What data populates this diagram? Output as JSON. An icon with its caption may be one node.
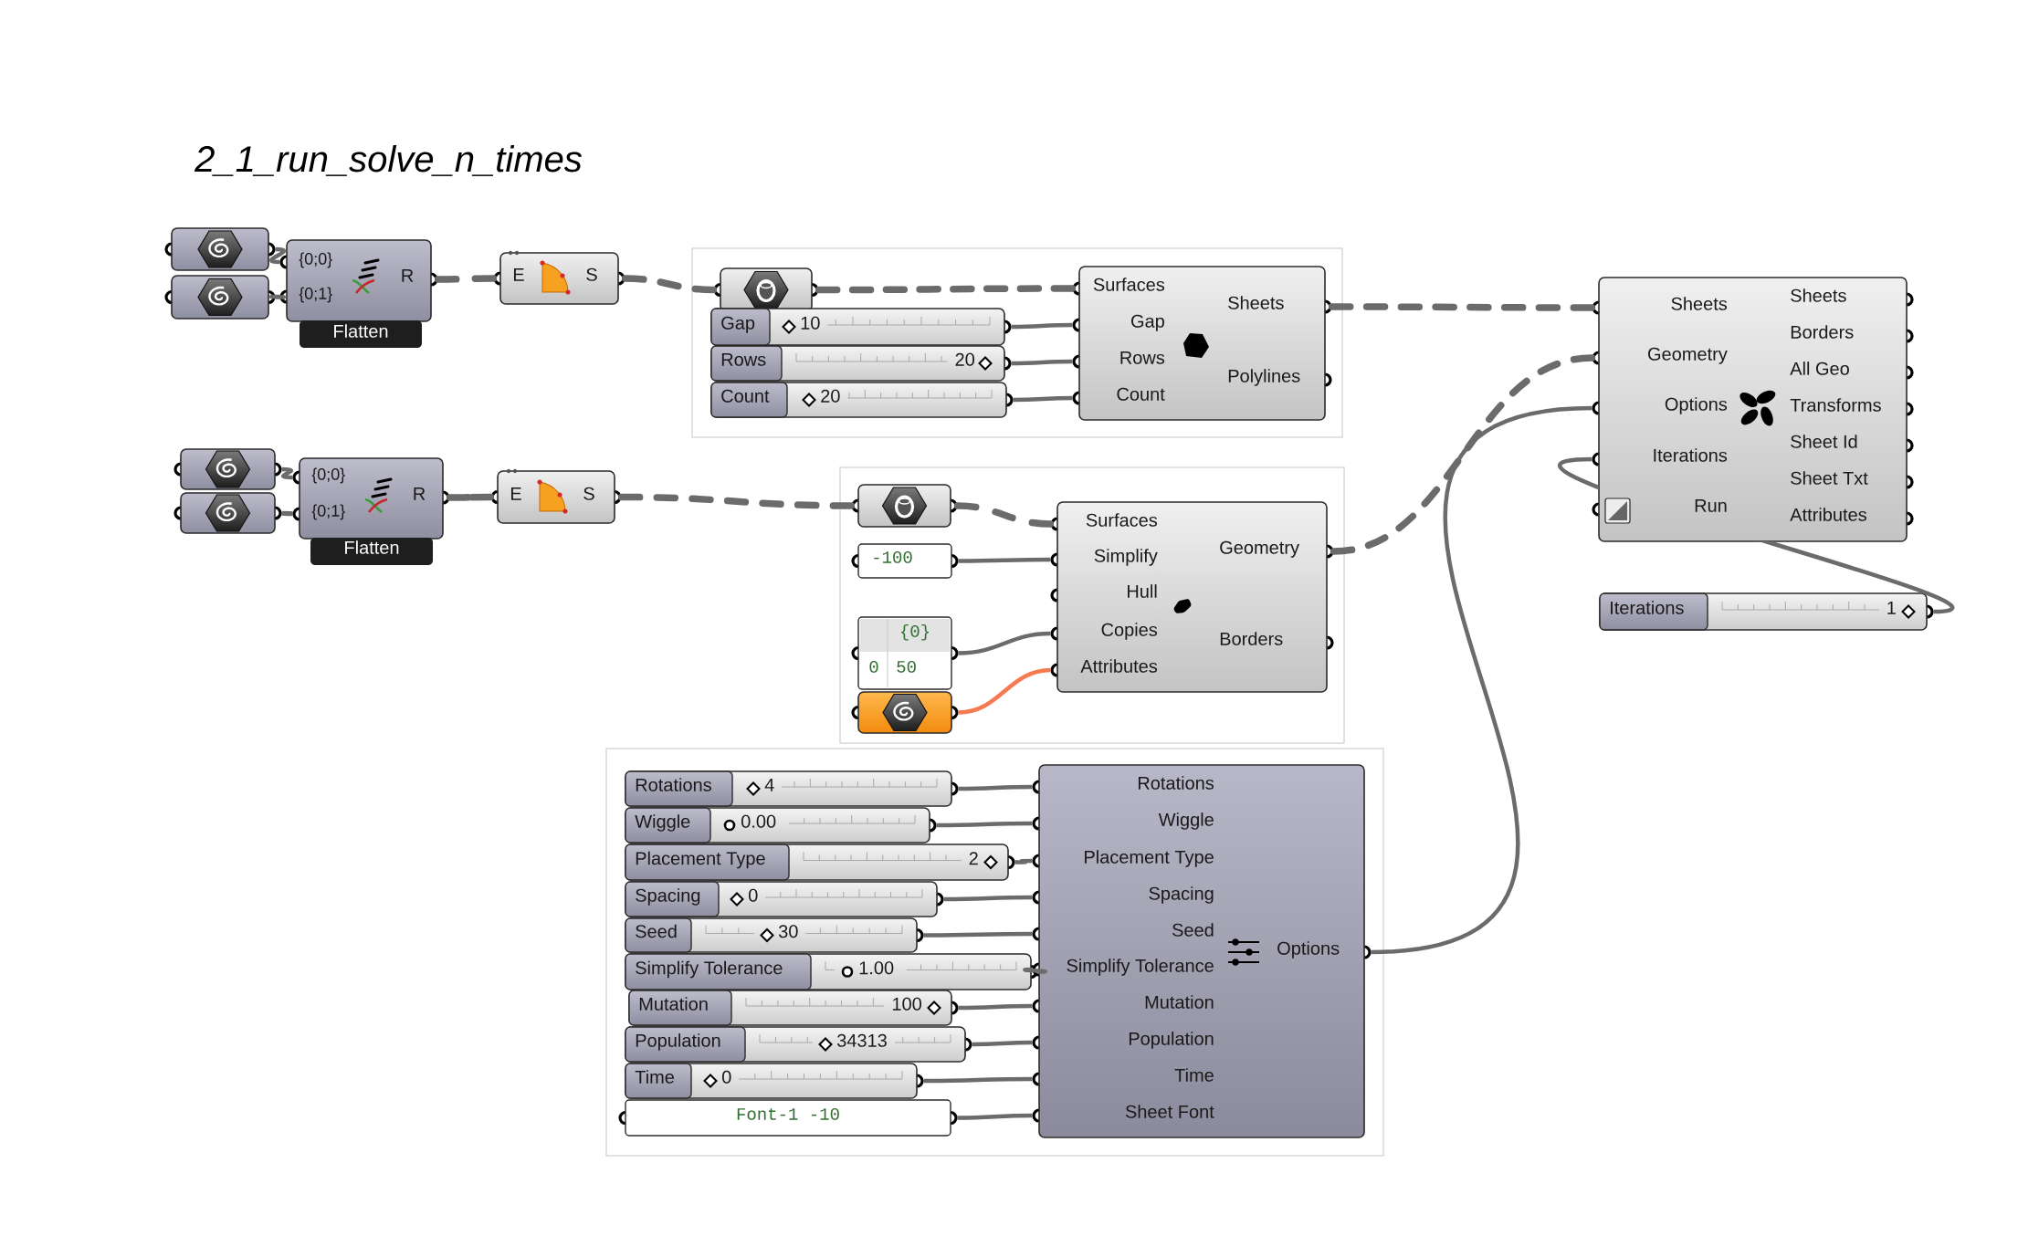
{
  "diagram": {
    "title": "2_1_run_solve_n_times",
    "nodes": [
      {
        "text": [],
        "shape": "box"
      },
      {
        "text": [],
        "shape": "box"
      },
      {
        "text": [
          "{0;0}",
          "{0;1}",
          "R",
          "Flatten"
        ]
      },
      {
        "text": [
          "E",
          "S"
        ]
      },
      {
        "text": [],
        "shape": "box"
      },
      {
        "text": [],
        "shape": "box",
        "in": 4
      },
      {
        "text": [
          "Gap",
          "10"
        ],
        "in": 4
      },
      {
        "text": [
          "Rows",
          "20"
        ],
        "in": 4
      },
      {
        "text": [
          "Count",
          "20"
        ],
        "in": 4
      },
      {
        "text": [
          "Surfaces",
          "Gap",
          "Rows",
          "Count",
          "Sheets",
          "Polylines"
        ],
        "in": 4
      },
      {
        "text": [
          "Sheets",
          "Geometry",
          "Options",
          "Iterations",
          "Run",
          "Sheets",
          "Borders",
          "All Geo",
          "Transforms",
          "Sheet Id",
          "Sheet Txt",
          "Attributes"
        ]
      },
      {
        "text": [],
        "shape": "box"
      },
      {
        "text": [],
        "shape": "box"
      },
      {
        "text": [
          "{0;0}",
          "{0;1}",
          "R",
          "Flatten"
        ]
      },
      {
        "text": [
          "E",
          "S"
        ]
      },
      {
        "text": [],
        "shape": "box"
      },
      {
        "text": [],
        "shape": "box",
        "in": 15
      },
      {
        "text": [
          "-100"
        ],
        "in": 15
      },
      {
        "text": [
          "{0}",
          "0",
          "50"
        ],
        "in": 15
      },
      {
        "text": [],
        "shape": "box",
        "in": 15
      },
      {
        "text": [
          "Surfaces",
          "Simplify",
          "Hull",
          "Copies",
          "Attributes",
          "Geometry",
          "Borders"
        ],
        "in": 15
      },
      {
        "text": [
          "Iterations",
          "1"
        ]
      },
      {
        "text": [],
        "shape": "box"
      },
      {
        "text": [
          "Rotations",
          "4"
        ],
        "in": 22
      },
      {
        "text": [
          "Wiggle",
          "0.00"
        ],
        "in": 22
      },
      {
        "text": [
          "Placement Type",
          "2"
        ],
        "in": 22
      },
      {
        "text": [
          "Spacing",
          "0"
        ],
        "in": 22
      },
      {
        "text": [
          "Seed",
          "30"
        ],
        "in": 22
      },
      {
        "text": [
          "Simplify Tolerance",
          "1.00"
        ],
        "in": 22
      },
      {
        "text": [
          "Mutation",
          "100"
        ],
        "in": 22
      },
      {
        "text": [
          "Population",
          "34313"
        ],
        "in": 22
      },
      {
        "text": [
          "Time",
          "0"
        ],
        "in": 22
      },
      {
        "text": [
          "Font-1 -10"
        ],
        "in": 22
      },
      {
        "text": [
          "Rotations",
          "Wiggle",
          "Placement Type",
          "Spacing",
          "Seed",
          "Simplify Tolerance",
          "Mutation",
          "Population",
          "Time",
          "Sheet Font",
          "Options"
        ],
        "in": 22
      }
    ],
    "edges": [
      {
        "from": 0,
        "to": 2,
        "arrow": "none"
      },
      {
        "from": 1,
        "to": 2,
        "arrow": "none"
      },
      {
        "from": 2,
        "to": 3,
        "arrow": "none",
        "style": "dashed"
      },
      {
        "from": 3,
        "to": 5,
        "arrow": "none",
        "style": "dashed"
      },
      {
        "from": 5,
        "to": 9,
        "arrow": "none",
        "style": "dashed"
      },
      {
        "from": 6,
        "to": 9,
        "arrow": "none"
      },
      {
        "from": 7,
        "to": 9,
        "arrow": "none"
      },
      {
        "from": 8,
        "to": 9,
        "arrow": "none"
      },
      {
        "from": 9,
        "to": 10,
        "arrow": "none",
        "style": "dashed"
      },
      {
        "from": 11,
        "to": 13,
        "arrow": "none"
      },
      {
        "from": 12,
        "to": 13,
        "arrow": "none"
      },
      {
        "from": 13,
        "to": 14,
        "arrow": "none",
        "style": "dashed"
      },
      {
        "from": 14,
        "to": 16,
        "arrow": "none",
        "style": "dashed"
      },
      {
        "from": 16,
        "to": 20,
        "arrow": "none",
        "style": "dashed"
      },
      {
        "from": 17,
        "to": 20,
        "arrow": "none"
      },
      {
        "from": 18,
        "to": 20,
        "arrow": "none"
      },
      {
        "from": 19,
        "to": 20,
        "arrow": "none",
        "color": "#f57a50"
      },
      {
        "from": 20,
        "to": 10,
        "arrow": "none",
        "style": "dashed"
      },
      {
        "from": 21,
        "to": 10,
        "arrow": "none"
      },
      {
        "from": 23,
        "to": 33,
        "arrow": "none"
      },
      {
        "from": 24,
        "to": 33,
        "arrow": "none"
      },
      {
        "from": 25,
        "to": 33,
        "arrow": "none"
      },
      {
        "from": 26,
        "to": 33,
        "arrow": "none"
      },
      {
        "from": 27,
        "to": 33,
        "arrow": "none"
      },
      {
        "from": 28,
        "to": 33,
        "arrow": "none"
      },
      {
        "from": 29,
        "to": 33,
        "arrow": "none"
      },
      {
        "from": 30,
        "to": 33,
        "arrow": "none"
      },
      {
        "from": 31,
        "to": 33,
        "arrow": "none"
      },
      {
        "from": 32,
        "to": 33,
        "arrow": "none"
      },
      {
        "from": 33,
        "to": 10,
        "arrow": "none"
      }
    ]
  }
}
